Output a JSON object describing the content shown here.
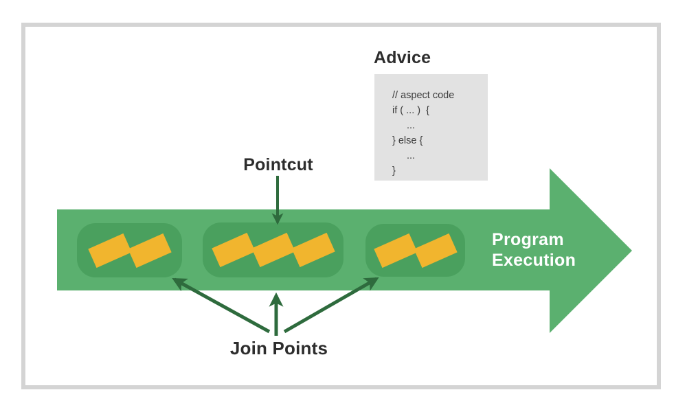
{
  "diagram": {
    "advice_title": "Advice",
    "advice_code_lines": [
      "// aspect code",
      "if ( ... )  {",
      "...",
      "} else {",
      "...",
      "}"
    ],
    "pointcut_label": "Pointcut",
    "join_points_label": "Join Points",
    "program_execution_label": "Program\nExecution",
    "groups": [
      {
        "name": "join-point-group-1",
        "join_points": 2
      },
      {
        "name": "join-point-group-2",
        "join_points": 3
      },
      {
        "name": "join-point-group-3",
        "join_points": 2
      }
    ],
    "colors": {
      "execution_arrow_green": "#5bb06f",
      "group_green": "#4aa05e",
      "join_point_yellow": "#f1b52e",
      "annotation_arrow_green": "#2e6b3d",
      "advice_box_gray": "#e2e2e2",
      "label_text": "#2d2d2d",
      "program_execution_text": "#ffffff",
      "frame_border_gray": "#d4d4d4"
    }
  }
}
